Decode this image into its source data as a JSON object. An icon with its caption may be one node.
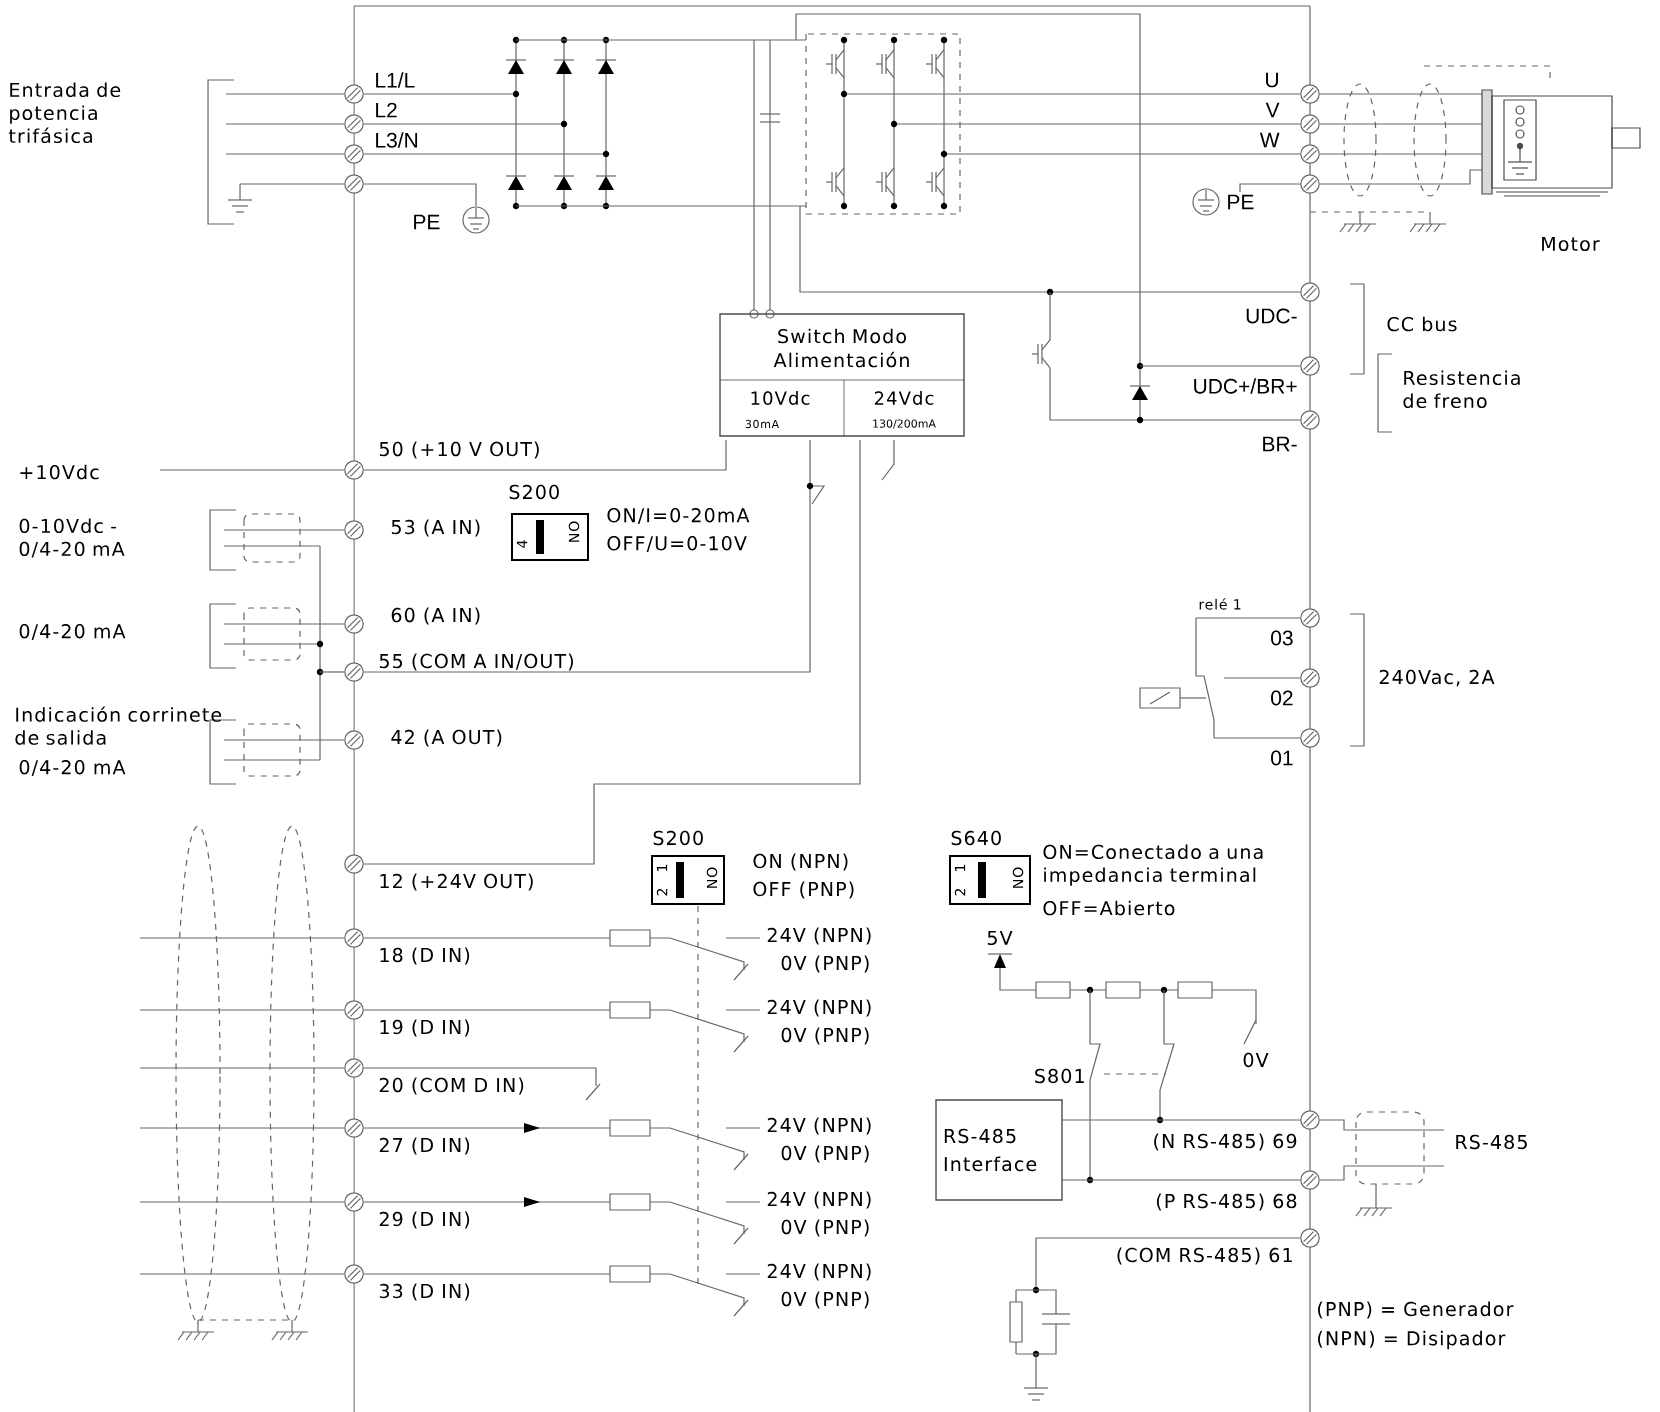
{
  "diagram": {
    "nodes": [
      {
        "text": [
          "Switch Modo Alimentación",
          "10Vdc",
          "30mA",
          "24Vdc",
          "130/200mA"
        ]
      },
      {
        "text": [
          "RS-485 Interface"
        ]
      },
      {
        "text": [],
        "shape": "picture",
        "beside": [
          "Motor"
        ]
      }
    ],
    "labels": [
      "Entrada de potencia trifásica",
      "L1/L",
      "L2",
      "L3/N",
      "PE",
      "U",
      "V",
      "W",
      "PE",
      "UDC-",
      "CC bus",
      "UDC+/BR+",
      "Resistencia de freno",
      "BR-",
      "+10Vdc",
      "50 (+10 V OUT)",
      "0-10Vdc - 0/4-20 mA",
      "53 (A IN)",
      "S200",
      "4",
      "ON",
      "ON/I=0-20mA",
      "OFF/U=0-10V",
      "0/4-20 mA",
      "60 (A IN)",
      "55 (COM A IN/OUT)",
      "Indicación corrinete de salida",
      "0/4-20 mA",
      "42 (A OUT)",
      "relé 1",
      "03",
      "02",
      "01",
      "240Vac, 2A",
      "12 (+24V OUT)",
      "S200",
      "1",
      "2",
      "ON",
      "ON (NPN)",
      "OFF (PNP)",
      "S640",
      "1",
      "2",
      "ON",
      "ON=Conectado a una impedancia terminal",
      "OFF=Abierto",
      "18 (D IN)",
      "24V (NPN)",
      "0V (PNP)",
      "19 (D IN)",
      "24V (NPN)",
      "0V (PNP)",
      "20 (COM D IN)",
      "27 (D IN)",
      "24V (NPN)",
      "0V (PNP)",
      "29 (D IN)",
      "24V (NPN)",
      "0V (PNP)",
      "33 (D IN)",
      "24V (NPN)",
      "0V (PNP)",
      "5V",
      "S801",
      "0V",
      "(N RS-485) 69",
      "(P RS-485) 68",
      "(COM RS-485) 61",
      "RS-485",
      "(PNP) = Generador",
      "(NPN) = Disipador"
    ]
  }
}
